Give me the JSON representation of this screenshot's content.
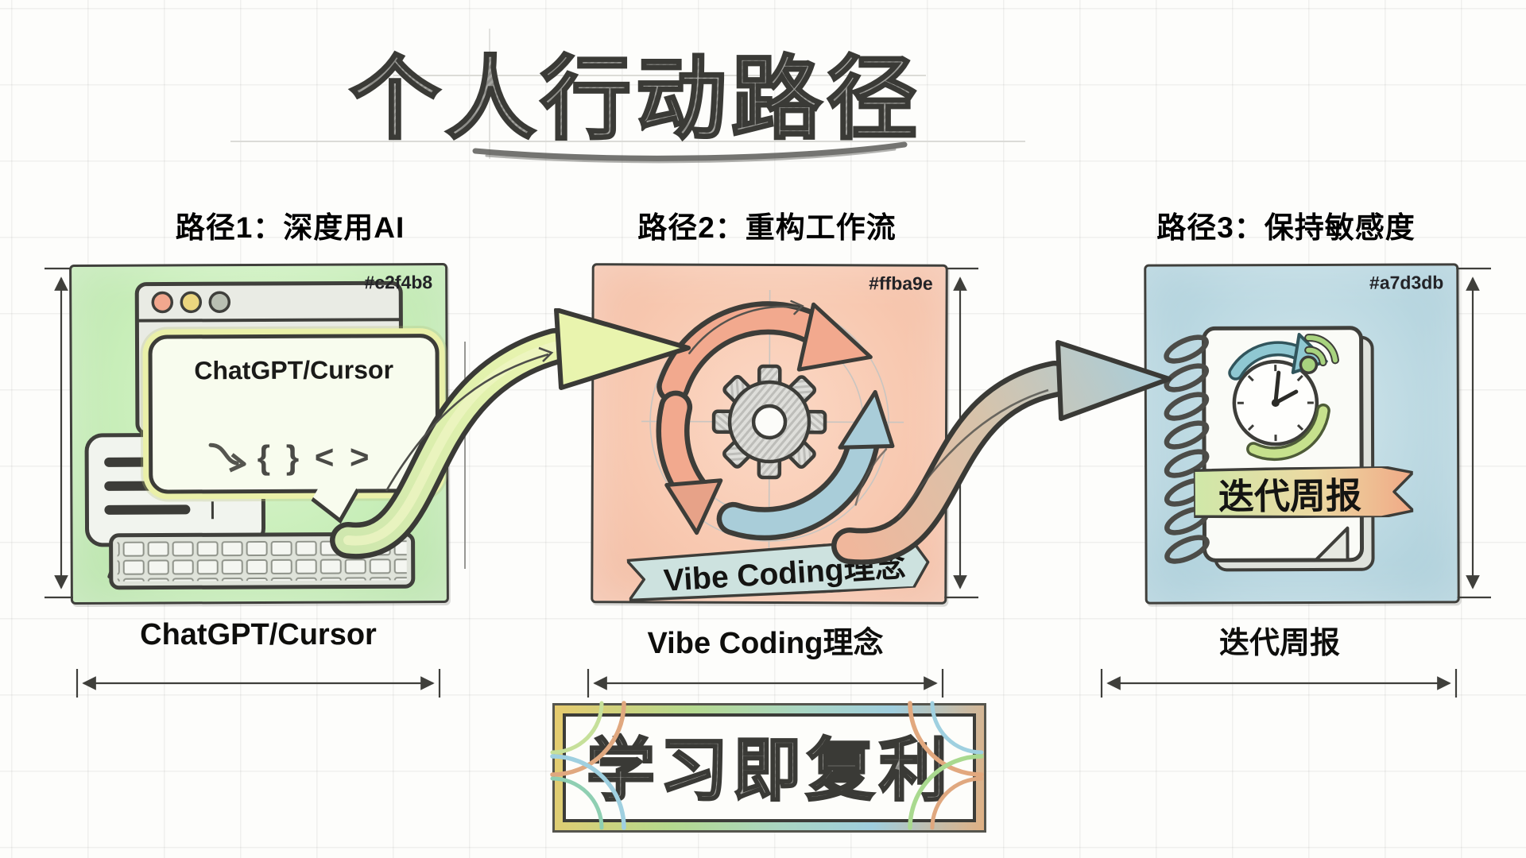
{
  "title": {
    "text": "个人行动路径"
  },
  "paths": [
    {
      "header": "路径1：深度用AI",
      "hex_label": "#c2f4b8",
      "bottom_label": "ChatGPT/Cursor"
    },
    {
      "header": "路径2：重构工作流",
      "hex_label": "#ffba9e",
      "bottom_label": "Vibe Coding理念"
    },
    {
      "header": "路径3：保持敏感度",
      "hex_label": "#a7d3db",
      "bottom_label": "迭代周报"
    }
  ],
  "box1": {
    "bubble_text": "ChatGPT/Cursor",
    "glyphs": "{ }  < >"
  },
  "box2": {
    "ribbon_text": "Vibe Coding理念"
  },
  "box3": {
    "ribbon_text": "迭代周报"
  },
  "banner": {
    "text": "学习即复利"
  },
  "colors": {
    "path1_fill": "#c2f4b8",
    "path2_fill": "#ffba9e",
    "path3_fill": "#a7d3db",
    "ink": "#3d3d39"
  },
  "icons": {
    "browser-window-icon": "rounded rect with three traffic dots",
    "chat-bubble-icon": "speech bubble outline",
    "message-lines-icon": "bubble with text bars",
    "keyboard-icon": "grid of keys",
    "cycle-arrows-icon": "salmon and blue circular arrows",
    "gear-icon": "hatched cog wheel",
    "flow-arrow-icon": "s-curved thick arrow",
    "notebook-icon": "spiral notebook",
    "clock-refresh-icon": "clock with circular arrows",
    "signal-icon": "wifi arcs with dot",
    "dimension-arrow-icon": "double-headed blueprint arrow"
  }
}
